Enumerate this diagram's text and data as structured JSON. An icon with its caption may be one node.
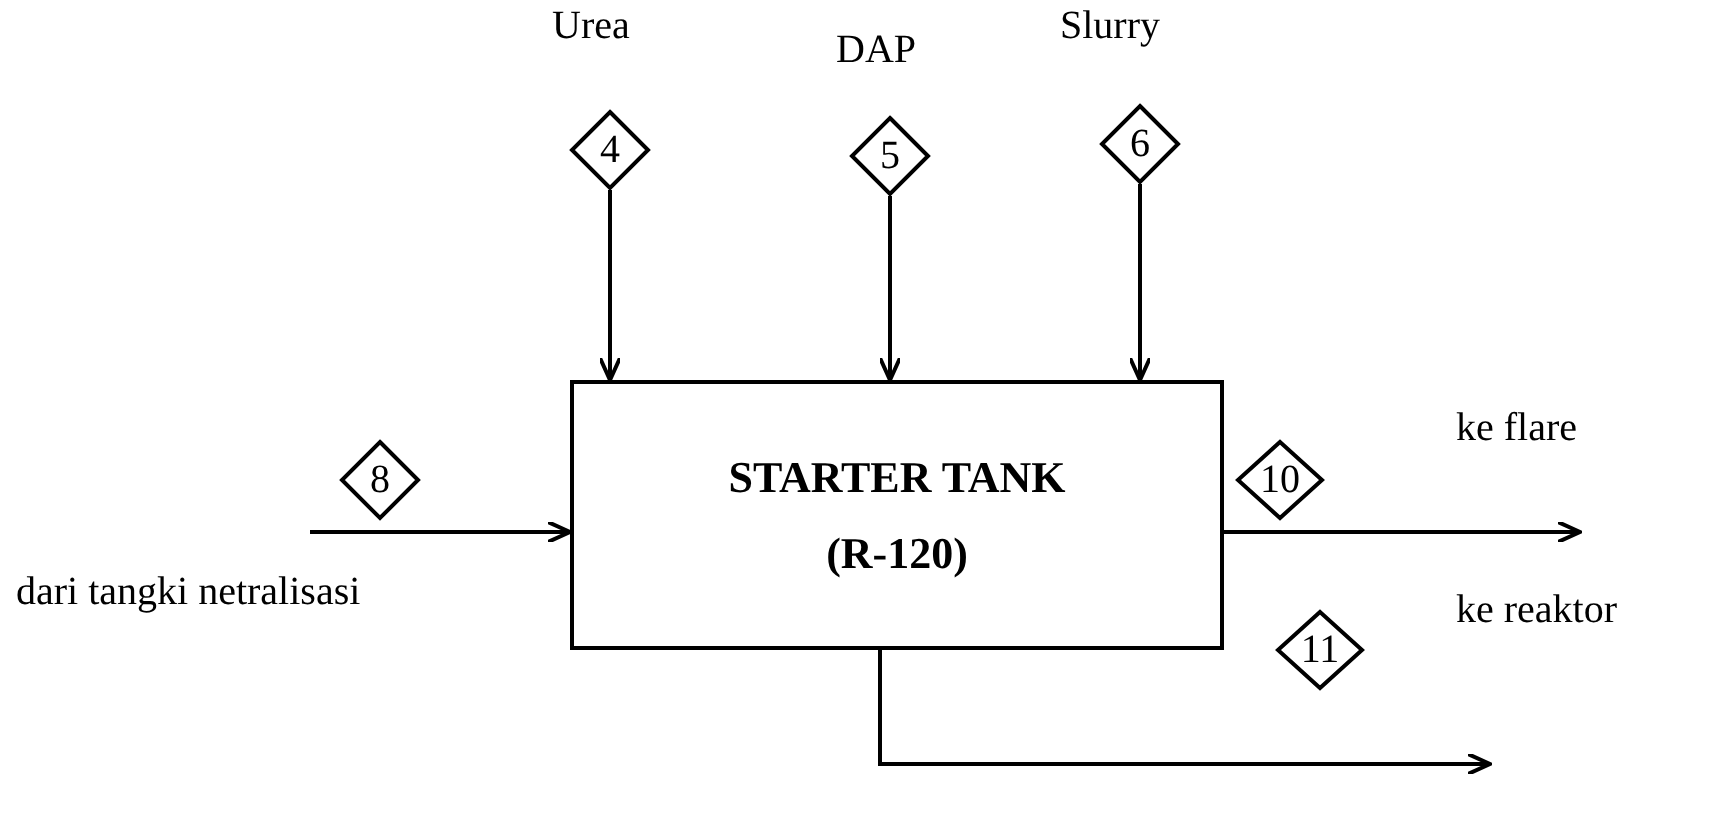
{
  "diagram": {
    "nodes": [
      {
        "text": [
          "STARTER TANK (R-120)"
        ]
      },
      {
        "text": [
          "4"
        ],
        "beside": [
          "Urea"
        ]
      },
      {
        "text": [
          "5"
        ],
        "beside": [
          "DAP"
        ]
      },
      {
        "text": [
          "6"
        ],
        "beside": [
          "Slurry"
        ]
      },
      {
        "text": [
          "8"
        ],
        "beside": [
          "dari tangki netralisasi"
        ]
      },
      {
        "text": [
          "10"
        ],
        "beside": [
          "ke flare"
        ]
      },
      {
        "text": [
          "11"
        ],
        "beside": [
          "ke reaktor"
        ]
      }
    ],
    "edges": [
      {
        "from": 1,
        "to": 0,
        "arrow": "to"
      },
      {
        "from": 2,
        "to": 0,
        "arrow": "to"
      },
      {
        "from": 3,
        "to": 0,
        "arrow": "to"
      },
      {
        "from": null,
        "to": 0,
        "arrow": "to"
      },
      {
        "from": 0,
        "to": null,
        "arrow": "to"
      },
      {
        "from": 0,
        "to": null,
        "arrow": "to"
      }
    ]
  }
}
